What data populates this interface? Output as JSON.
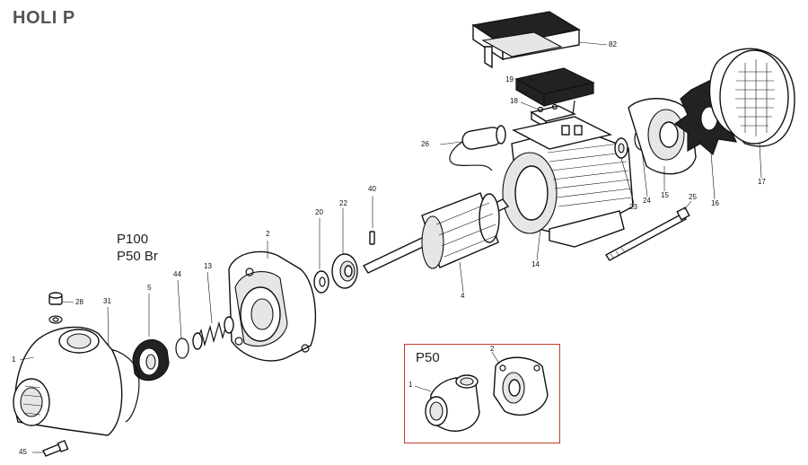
{
  "title": "HOLI P",
  "model_label": [
    "P100",
    "P50 Br"
  ],
  "inset": {
    "title": "P50",
    "callouts": [
      "1",
      "2"
    ]
  },
  "callouts": {
    "c82": "82",
    "c19": "19",
    "c18": "18",
    "c26": "26",
    "c40": "40",
    "c22": "22",
    "c20": "20",
    "c2": "2",
    "c13": "13",
    "c44": "44",
    "c5": "5",
    "c31": "31",
    "c28": "28",
    "c1": "1",
    "c45": "45",
    "c4": "4",
    "c14": "14",
    "c23": "23",
    "c24": "24",
    "c15": "15",
    "c16": "16",
    "c17": "17",
    "c25": "25"
  }
}
